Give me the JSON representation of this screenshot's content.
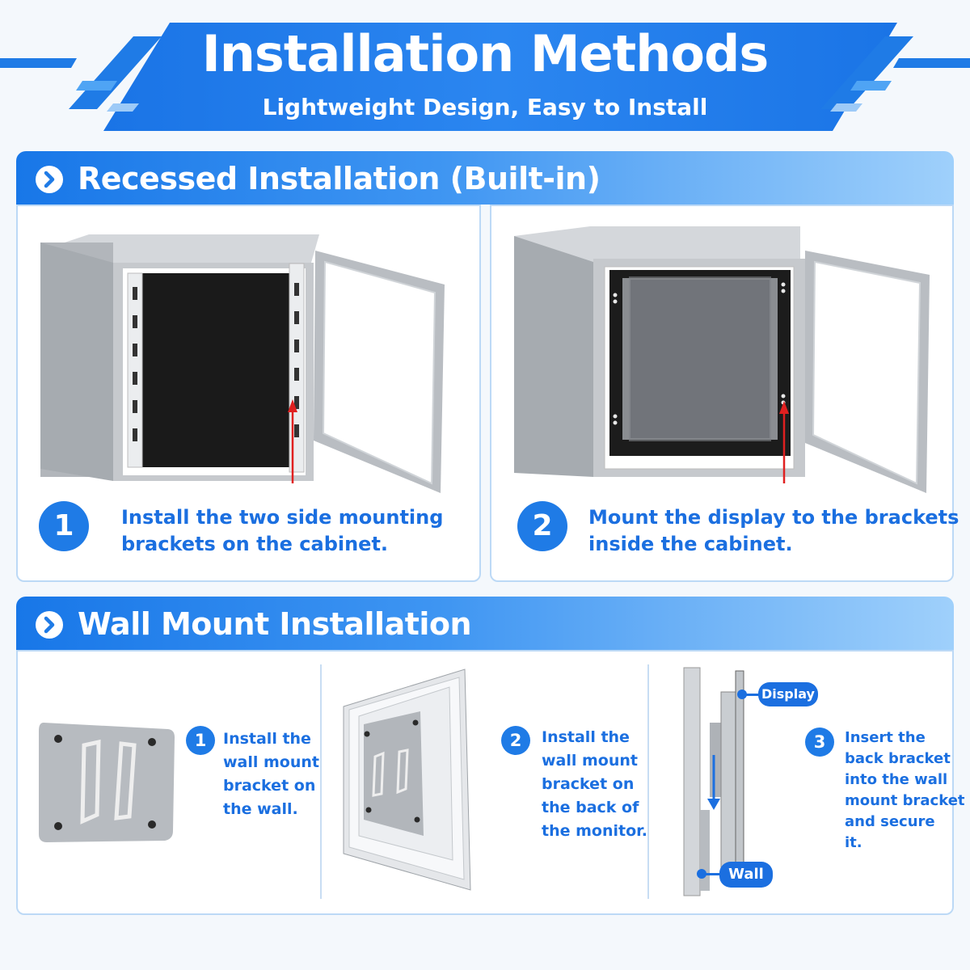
{
  "header": {
    "title": "Installation Methods",
    "subtitle": "Lightweight Design, Easy to Install"
  },
  "recessed": {
    "heading": "Recessed Installation (Built-in)",
    "steps": [
      {
        "number": "1",
        "text_line1": "Install the two side mounting",
        "text_line2": "brackets on the cabinet."
      },
      {
        "number": "2",
        "text_line1": "Mount the display to the brackets",
        "text_line2": "inside the cabinet."
      }
    ]
  },
  "wall": {
    "heading": "Wall Mount Installation",
    "steps": [
      {
        "number": "1",
        "lines": [
          "Install the",
          "wall mount",
          "bracket on",
          "the wall."
        ]
      },
      {
        "number": "2",
        "lines": [
          "Install the",
          "wall mount",
          "bracket on",
          "the back of",
          "the monitor."
        ]
      },
      {
        "number": "3",
        "lines": [
          "Insert the",
          "back bracket",
          "into the wall",
          "mount bracket",
          "and secure",
          "it."
        ]
      }
    ],
    "callouts": {
      "display": "Display",
      "wall": "Wall"
    }
  },
  "colors": {
    "accent": "#1f7be6",
    "text_blue": "#1b6fe0",
    "arrow_red": "#e02020"
  }
}
